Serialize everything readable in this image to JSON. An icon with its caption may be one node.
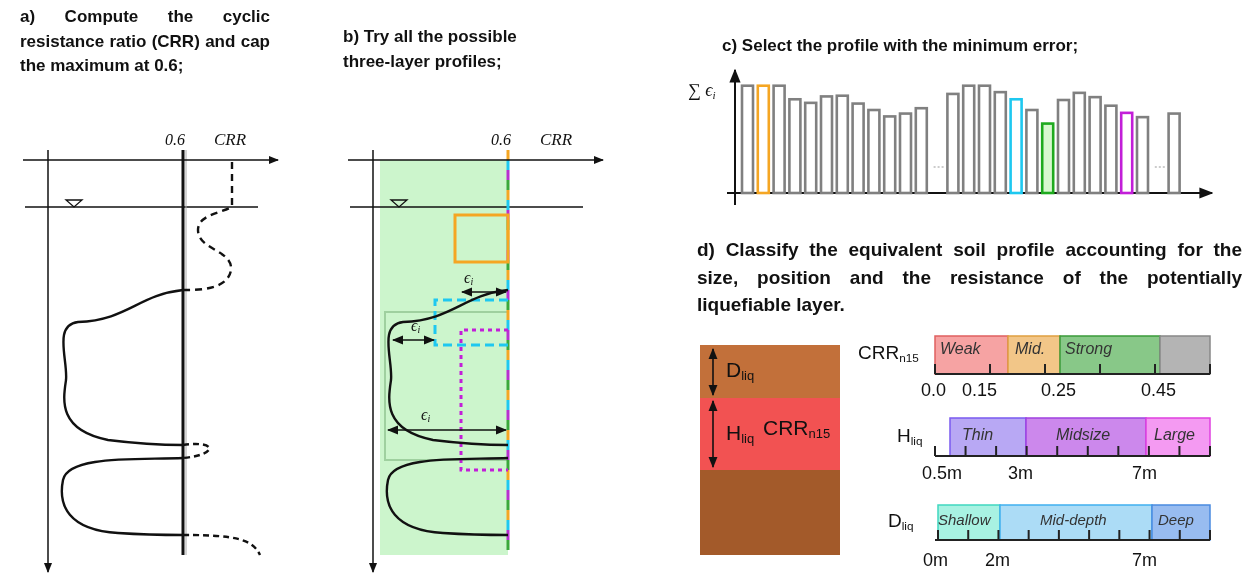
{
  "diagram": {
    "labels": [
      "a) Compute the cyclic resistance ratio (CRR) and cap the maximum at 0.6;",
      "0.6",
      "CRR",
      "b) Try all the possible three-layer profiles;",
      "0.6",
      "CRR",
      "ϵ$_{i}$",
      "ϵ$_{i}$",
      "ϵ$_{i}$",
      "c) Select the profile with the minimum error;",
      "∑ ϵ$_{i}$",
      "d) Classify the equivalent soil profile accounting for the size, position and the resistance of the potentially liquefiable layer.",
      "D$_{liq}$",
      "H$_{liq}$",
      "CRR$_{n15}$",
      "CRR$_{n15}$",
      "Weak",
      "Mid.",
      "Strong",
      "0.0",
      "0.15",
      "0.25",
      "0.45",
      "H$_{liq}$",
      "Thin",
      "Midsize",
      "Large",
      "0.5m",
      "3m",
      "7m",
      "D$_{liq}$",
      "Shallow",
      "Mid-depth",
      "Deep",
      "0m",
      "2m",
      "7m"
    ]
  }
}
